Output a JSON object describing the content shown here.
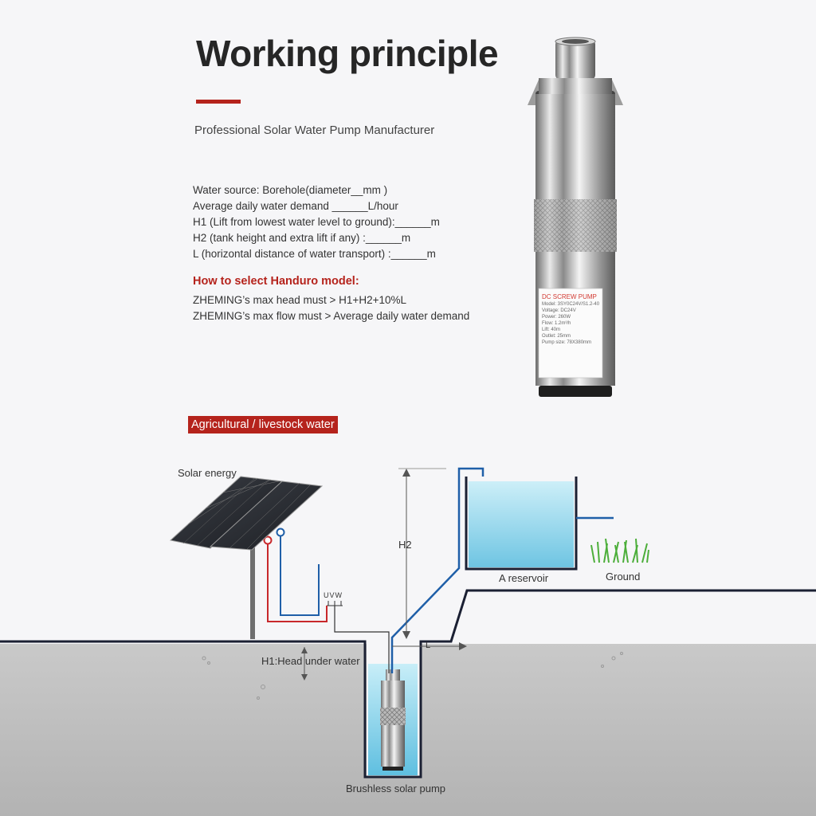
{
  "header": {
    "title": "Working principle",
    "subtitle": "Professional Solar Water Pump Manufacturer"
  },
  "requirements": [
    "Water source: Borehole(diameter__mm )",
    "Average daily water demand ______L/hour",
    "H1  (Lift from lowest water level to ground):______m",
    "H2  (tank height and extra lift if any) :______m",
    "L  (horizontal distance of water transport) :______m"
  ],
  "selection": {
    "heading": "How to select Handuro model:",
    "rules": [
      "ZHEMING’s max head must  >  H1+H2+10%L",
      "ZHEMING’s max flow must  >  Average daily water demand"
    ]
  },
  "pump_label": {
    "title": "DC SCREW PUMP",
    "specs": [
      "Model: 3SY0C24V/S1.2-40",
      "Voltage: DC24V",
      "Power: 260W",
      "Flow: 1.2m³/h",
      "Lift: 40m",
      "Outlet: 25mm",
      "Pump size: 78X380mm"
    ]
  },
  "diagram": {
    "tag": "Agricultural / livestock water",
    "solar_label": "Solar energy",
    "uvw_label": "UVW",
    "h1_label": "H1:Head under water",
    "h2_label": "H2",
    "l_label": "L",
    "reservoir_label": "A reservoir",
    "ground_label": "Ground",
    "pump_label": "Brushless solar pump"
  },
  "colors": {
    "accent_red": "#b5231c",
    "pipe_blue": "#1f5fa8",
    "water_blue": "#7fd0ea",
    "ground_gray": "#c4c4c4"
  }
}
